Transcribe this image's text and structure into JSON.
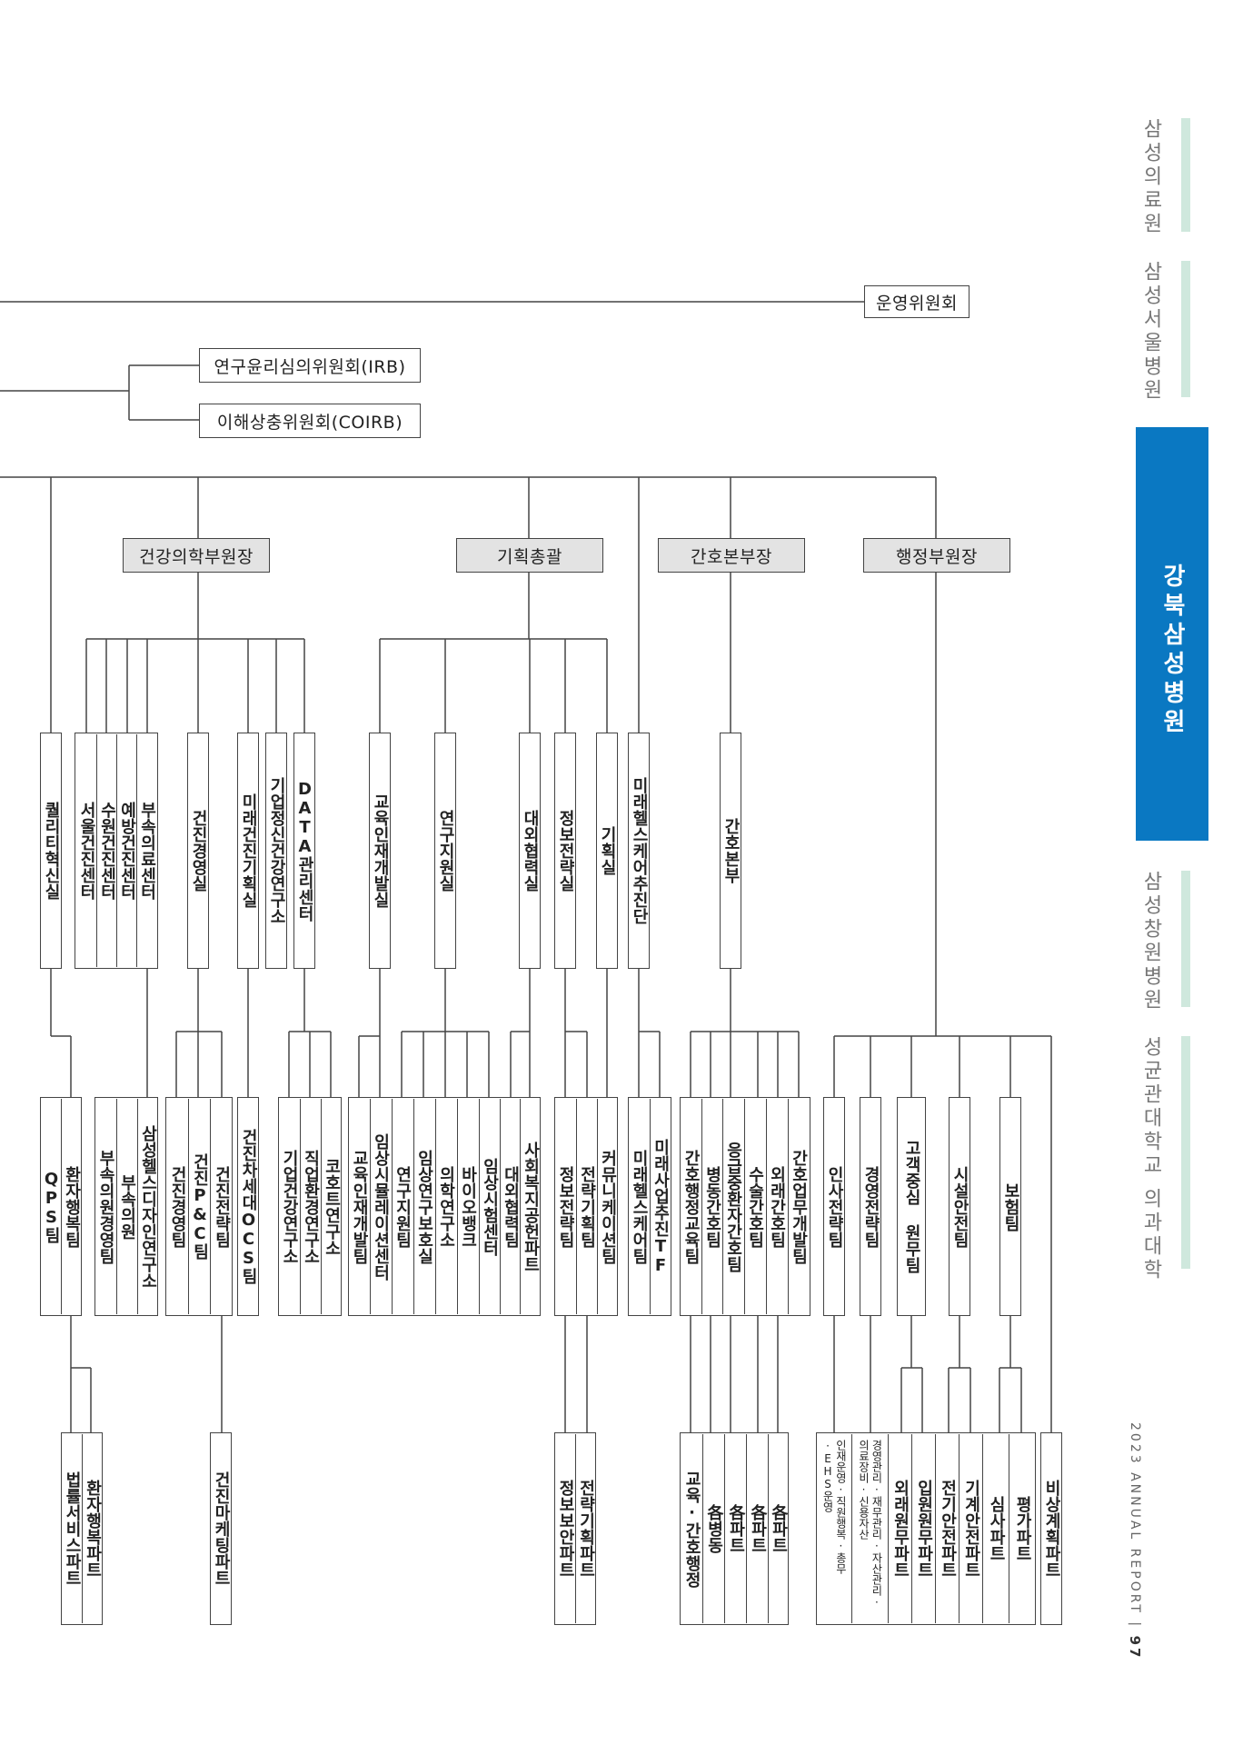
{
  "top_committees": {
    "operations": "운영위원회",
    "irb": "연구윤리심의위원회(IRB)",
    "coirb": "이해상충위원회(COIRB)"
  },
  "vice_heads": [
    "건강의학부원장",
    "기획총괄",
    "간호본부장",
    "행정부원장"
  ],
  "level3": [
    "퀄리티혁신실",
    "서울건진센터",
    "수원건진센터",
    "예방건진센터",
    "부속의료센터",
    "건진경영실",
    "미래건진기획실",
    "기업정신건강연구소",
    "DATA관리센터",
    "교육인재개발실",
    "연구지원실",
    "대외협력실",
    "정보전략실",
    "기획실",
    "미래헬스케어추진단",
    "간호본부"
  ],
  "teams": [
    "QPS팀",
    "환자행복팀",
    "부속의원경영팀",
    "부속의원",
    "삼성헬스디자인연구소",
    "건진경영팀",
    "건진P&C팀",
    "건진전략팀",
    "건진차세대OCS팀",
    "기업건강연구소",
    "직업환경연구소",
    "코호트연구소",
    "교육인재개발팀",
    "임상시뮬레이션센터",
    "연구지원팀",
    "임상연구보호실",
    "의학연구소",
    "바이오뱅크",
    "임상시험센터",
    "대외협력팀",
    "사회복지공헌파트",
    "정보전략팀",
    "전략기획팀",
    "커뮤니케이션팀",
    "미래헬스케어팀",
    "미래사업추진TF",
    "간호행정교육팀",
    "병동간호팀",
    "응급중환자간호팀",
    "수술간호팀",
    "외래간호팀",
    "간호업무개발팀",
    "인사전략팀",
    "경영전략팀",
    "고객중심 원무팀",
    "시설안전팀",
    "보험팀"
  ],
  "parts": [
    "법률서비스파트",
    "환자행복파트",
    "건진마케팅파트",
    "정보보안파트",
    "전략기획파트",
    "교육·간호행정",
    "各병동",
    "各파트",
    "各파트",
    "各파트",
    "인재운영·직원행복·총무·EHS운영",
    "경영관리·재무관리·자산관리·의료장비·신용자산",
    "외래원무파트",
    "입원원무파트",
    "전기안전파트",
    "기계안전파트",
    "심사파트",
    "평가파트",
    "비상계획파트"
  ],
  "side_nav": [
    {
      "label": "삼성의료원",
      "active": false
    },
    {
      "label": "삼성서울병원",
      "active": false
    },
    {
      "label": "강북삼성병원",
      "active": true
    },
    {
      "label": "삼성창원병원",
      "active": false
    },
    {
      "label": "성균관대학교 의과대학",
      "active": false
    }
  ],
  "footer": {
    "text": "2023 ANNUAL REPORT |",
    "page": "97"
  },
  "colors": {
    "accent": "#0a78c2",
    "side_bar": "#cfe8dd",
    "shade": "#e3e3e3",
    "line": "#444444"
  }
}
